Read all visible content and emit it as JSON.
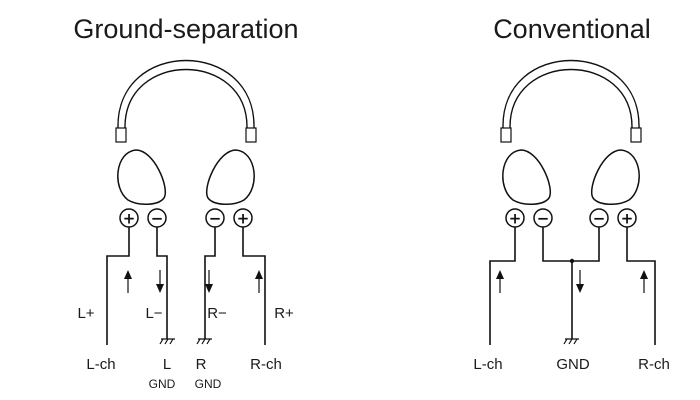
{
  "diagrams": [
    {
      "title": "Ground-separation",
      "terminals": [
        "+",
        "−",
        "−",
        "+"
      ],
      "signals": [
        "L+",
        "L−",
        "R−",
        "R+"
      ],
      "outputs": [
        "L-ch",
        "L",
        "R",
        "R-ch"
      ],
      "ground_labels": [
        "GND",
        "GND"
      ]
    },
    {
      "title": "Conventional",
      "terminals": [
        "+",
        "−",
        "−",
        "+"
      ],
      "outputs": [
        "L-ch",
        "GND",
        "R-ch"
      ]
    }
  ]
}
